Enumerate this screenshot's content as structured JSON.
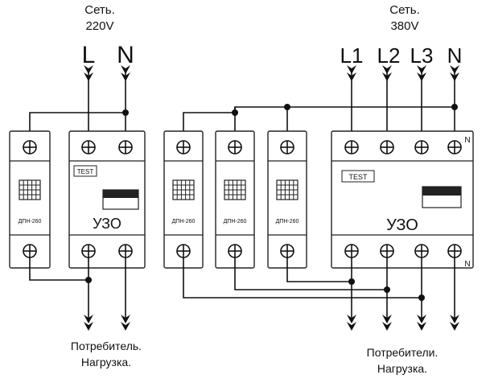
{
  "left": {
    "supply_title": "Сеть.",
    "supply_voltage": "220V",
    "phase_labels": [
      "L",
      "N"
    ],
    "relay_label": "ДПН-260",
    "rcd_test_label": "TEST",
    "rcd_label": "УЗО",
    "consumer_line1": "Потребитель.",
    "consumer_line2": "Нагрузка."
  },
  "right": {
    "supply_title": "Сеть.",
    "supply_voltage": "380V",
    "phase_labels": [
      "L1",
      "L2",
      "L3",
      "N"
    ],
    "relay_labels": [
      "ДПН-260",
      "ДПН-260",
      "ДПН-260"
    ],
    "rcd_test_label": "TEST",
    "rcd_label": "УЗО",
    "terminal_mark_top": "N",
    "terminal_mark_bottom": "N",
    "consumer_line1": "Потребители.",
    "consumer_line2": "Нагрузка."
  }
}
